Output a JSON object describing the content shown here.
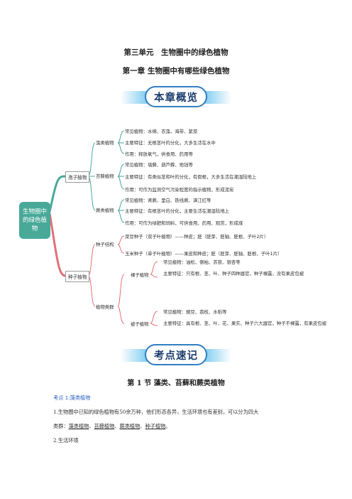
{
  "unit_title": "第三单元　生物圈中的绿色植物",
  "chapter_title": "第一章  生物圈中有哪些绿色植物",
  "overview_banner": "本章概览",
  "mindmap": {
    "root": "生物圈中的绿色植物",
    "spore_plants": {
      "label": "孢子植物",
      "algae": {
        "label": "藻类植物",
        "items": [
          "常见植物：水绵、衣藻、海带、紫菜",
          "主要特征：无根茎叶的分化，大多生活在水中",
          "作用：释放氧气，供食用、药用等"
        ]
      },
      "moss": {
        "label": "苔藓植物",
        "items": [
          "常见植物：墙藓、葫芦藓、地钱等",
          "主要特征：有类似茎和叶的分化，有假根，大多生活在潮湿陆地上",
          "作用：可作为监测空气污染程度的指示植物，形成泥炭"
        ]
      },
      "fern": {
        "label": "蕨类植物",
        "items": [
          "常见植物：肾蕨、里白、铁线蕨、满江红等",
          "主要特征：有根茎叶的分化，主要生活在潮湿陆地上",
          "作用：可作为绿肥和饲料，可供食用、药用、观赏，形成煤"
        ]
      }
    },
    "seed_plants": {
      "label": "种子植物",
      "seed_structure": {
        "label": "种子结构",
        "items": [
          "菜豆种子（双子叶植物）——种皮；胚（胚芽、胚轴、胚根、子叶2片）",
          "玉米种子（单子叶植物）——果皮和种皮；胚（胚芽、胚轴、胚根、子叶1片）"
        ]
      },
      "plant_types": {
        "label": "植物类群",
        "gymnosperm": {
          "label": "裸子植物",
          "items": [
            "常见植物：油松、侧柏、苏铁、银杏等",
            "主要特征：只有根、茎、叶、种子四种器官，种子裸露，没有果皮包被"
          ]
        },
        "angiosperm": {
          "label": "被子植物",
          "items": [
            "常见植物：豌豆、荔枝、水稻等",
            "主要特征：具有根、茎、叶、花、果实、种子六大器官，种子不裸露，有果皮包被"
          ]
        }
      }
    }
  },
  "quick_notes_banner": "考点速记",
  "section_title": "第 1 节  藻类、苔藓和蕨类植物",
  "point_label": "考点 1:藻类植物",
  "para1_line1": "1.生物圈中已知的绿色植物有50余万种，他们形态各异，生活环境也有差别，可以分为四大",
  "para1_prefix": "类群：",
  "para1_groups": [
    "藻类植物",
    "苔藓植物",
    "蕨类植物",
    "种子植物"
  ],
  "para2": "2.生活环境",
  "colors": {
    "root": "#49a999",
    "upper_branch": "#49a999",
    "lower_branch": "#e2707a",
    "banner_border": "#2f7fc1",
    "banner_text": "#1b3d6d",
    "point_label": "#2f62c2"
  }
}
